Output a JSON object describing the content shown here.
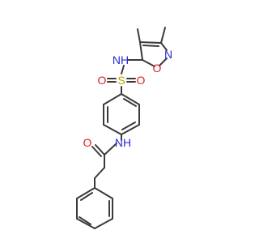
{
  "colors": {
    "bond": "#3a3a3a",
    "carbon": "#3a3a3a",
    "nitrogen": "#2b2bd6",
    "oxygen": "#e01d1d",
    "sulfur": "#b8a000"
  },
  "atoms": {
    "nh_sulfonamide": {
      "text": "NH",
      "element": "nitrogen"
    },
    "o_isoxazole": {
      "text": "O",
      "element": "oxygen"
    },
    "n_isoxazole": {
      "text": "N",
      "element": "nitrogen"
    },
    "s": {
      "text": "S",
      "element": "sulfur"
    },
    "o_sulfonyl_left": {
      "text": "O",
      "element": "oxygen"
    },
    "o_sulfonyl_right": {
      "text": "O",
      "element": "oxygen"
    },
    "nh_amide": {
      "text": "NH",
      "element": "nitrogen"
    },
    "o_carbonyl": {
      "text": "O",
      "element": "oxygen"
    }
  }
}
